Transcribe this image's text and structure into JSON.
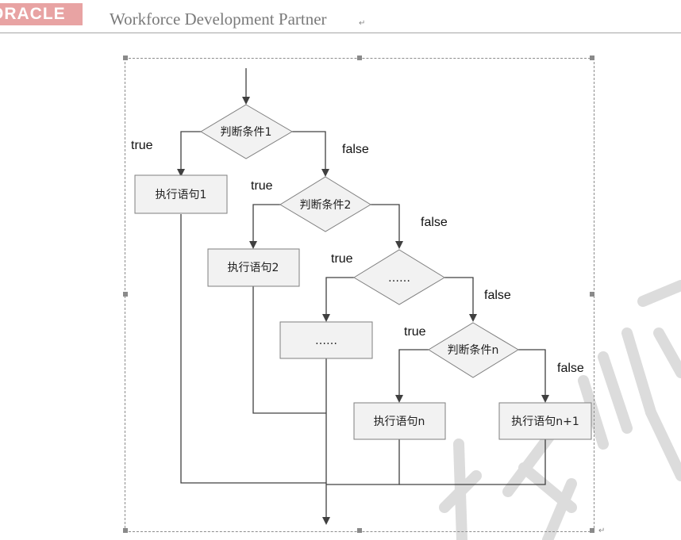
{
  "header": {
    "logo_text": "ORACLE",
    "title": "Workforce Development Partner",
    "para_mark": "↵"
  },
  "flowchart": {
    "conditions": [
      "判断条件1",
      "判断条件2",
      "……",
      "判断条件n"
    ],
    "statements": [
      "执行语句1",
      "执行语句2",
      "……",
      "执行语句n",
      "执行语句n+1"
    ],
    "true_label": "true",
    "false_label": "false"
  },
  "colors": {
    "box_fill": "#f2f2f2",
    "box_stroke": "#7f7f7f",
    "line": "#404040",
    "logo_bg": "#e8a3a3",
    "watermark": "#dcdcdc"
  }
}
